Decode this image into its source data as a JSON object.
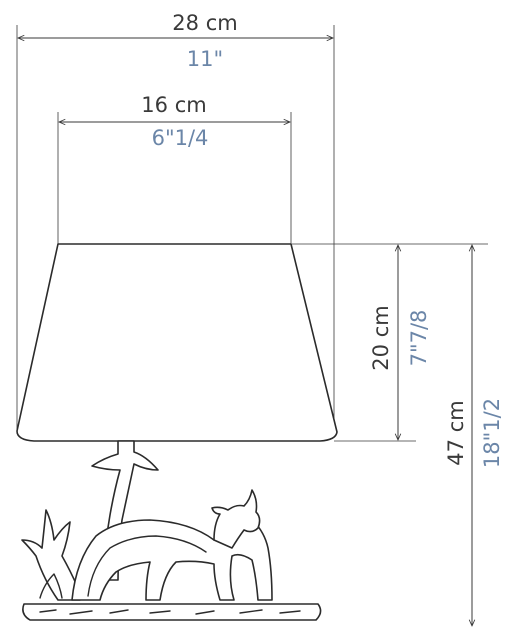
{
  "dimensions": {
    "overall_width": {
      "cm": "28 cm",
      "inch": "11\""
    },
    "top_width": {
      "cm": "16 cm",
      "inch": "6\"1/4"
    },
    "shade_height": {
      "cm": "20 cm",
      "inch": "7\"7/8"
    },
    "total_height": {
      "cm": "47 cm",
      "inch": "18\"1/2"
    }
  },
  "colors": {
    "cm_text": "#3a3a3a",
    "inch_text": "#6b86a8",
    "line": "#3a3a3a"
  }
}
